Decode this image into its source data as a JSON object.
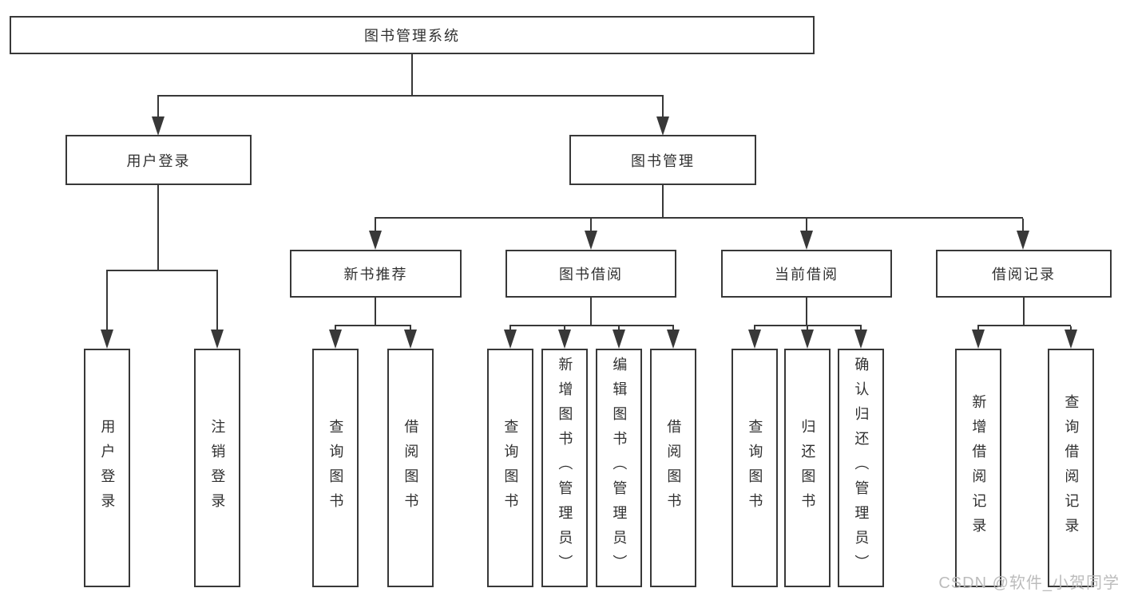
{
  "tree": {
    "root": "图书管理系统",
    "children": [
      {
        "label": "用户登录",
        "children": [
          "用户登录",
          "注销登录"
        ]
      },
      {
        "label": "图书管理",
        "children": [
          {
            "label": "新书推荐",
            "children": [
              "查询图书",
              "借阅图书"
            ]
          },
          {
            "label": "图书借阅",
            "children": [
              "查询图书",
              "新增图书（管理员）",
              "编辑图书（管理员）",
              "借阅图书"
            ]
          },
          {
            "label": "当前借阅",
            "children": [
              "查询图书",
              "归还图书",
              "确认归还（管理员）"
            ]
          },
          {
            "label": "借阅记录",
            "children": [
              "新增借阅记录",
              "查询借阅记录"
            ]
          }
        ]
      }
    ]
  },
  "watermark": {
    "text": "CSDN @软件_小贺同学"
  },
  "colors": {
    "line": "#383838",
    "box_border": "#383838",
    "box_fill": "#ffffff",
    "text": "#303030",
    "watermark": "#b8b8b8",
    "background": "#ffffff"
  }
}
